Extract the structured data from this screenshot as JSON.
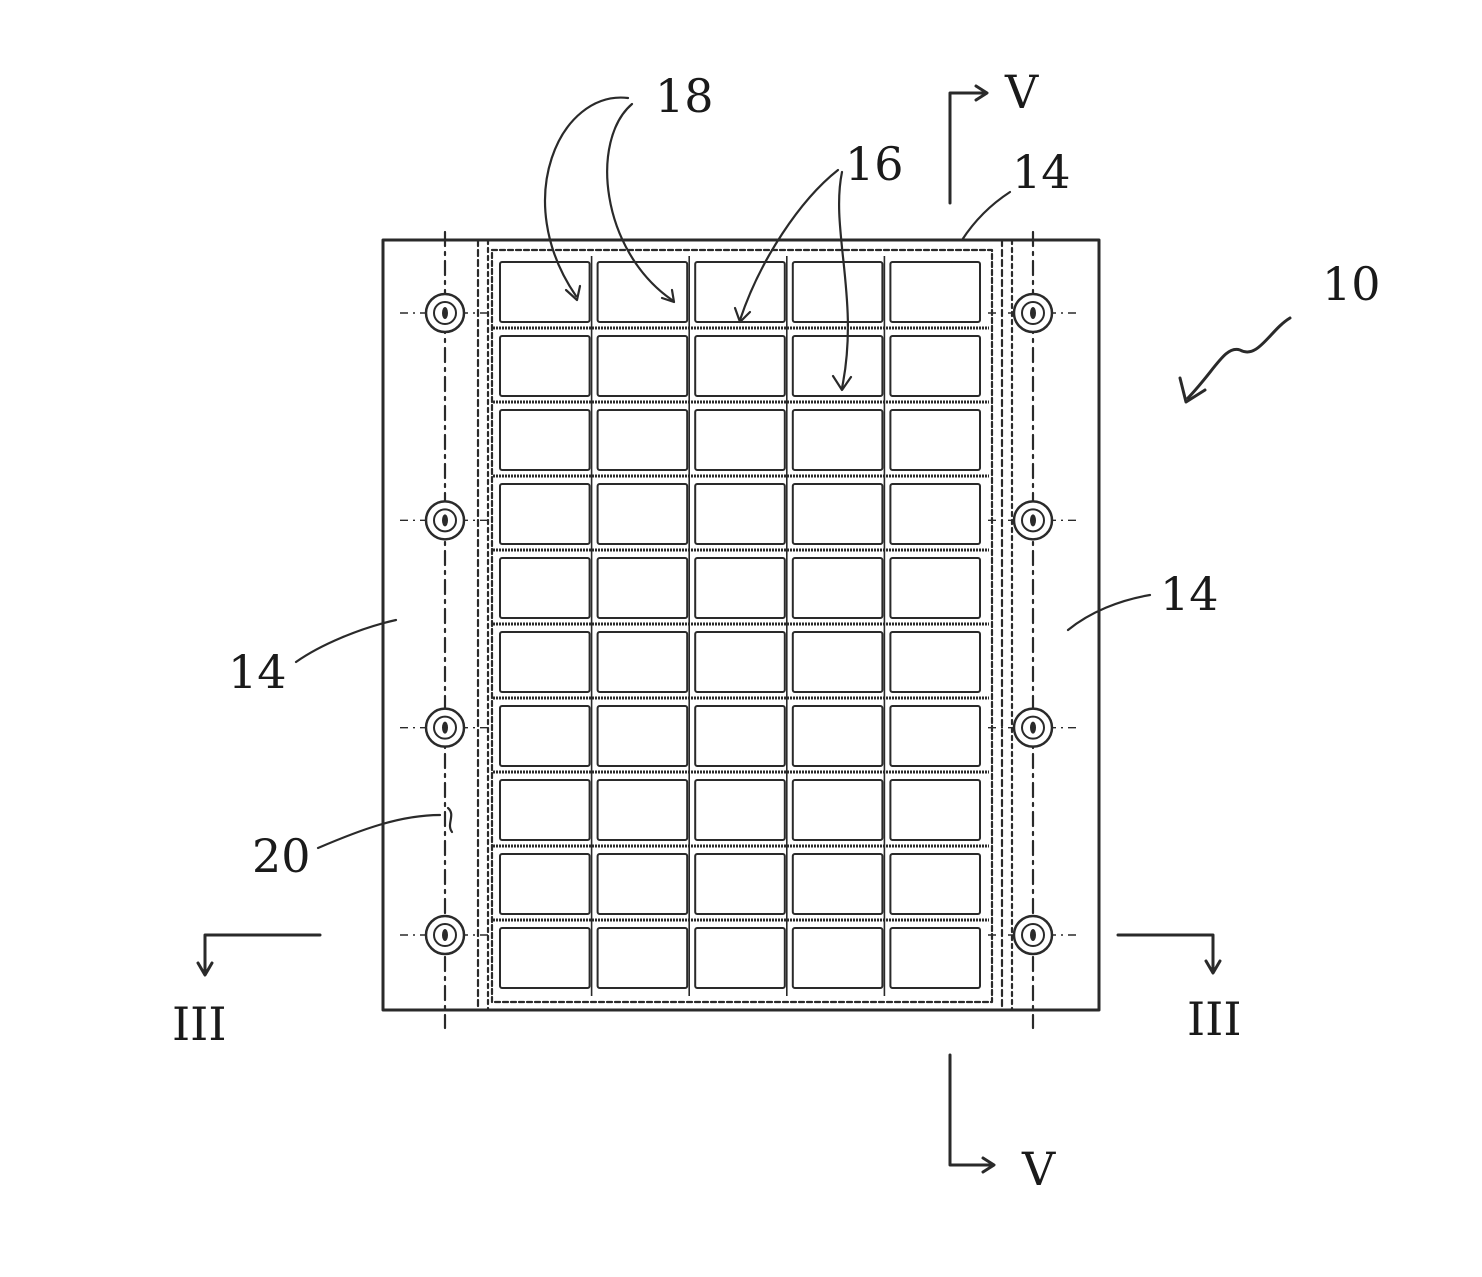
{
  "figure": {
    "ref_10": "10",
    "ref_14_top": "14",
    "ref_14_left": "14",
    "ref_14_right": "14",
    "ref_16": "16",
    "ref_18": "18",
    "ref_20": "20",
    "section_V_top": "V",
    "section_V_bottom": "V",
    "section_III_left": "III",
    "section_III_right": "III"
  },
  "grid": {
    "rows": 10,
    "columns": 5
  },
  "bolts_per_side": 4,
  "colors": {
    "ink": "#2a2a2a",
    "paper": "#ffffff"
  }
}
